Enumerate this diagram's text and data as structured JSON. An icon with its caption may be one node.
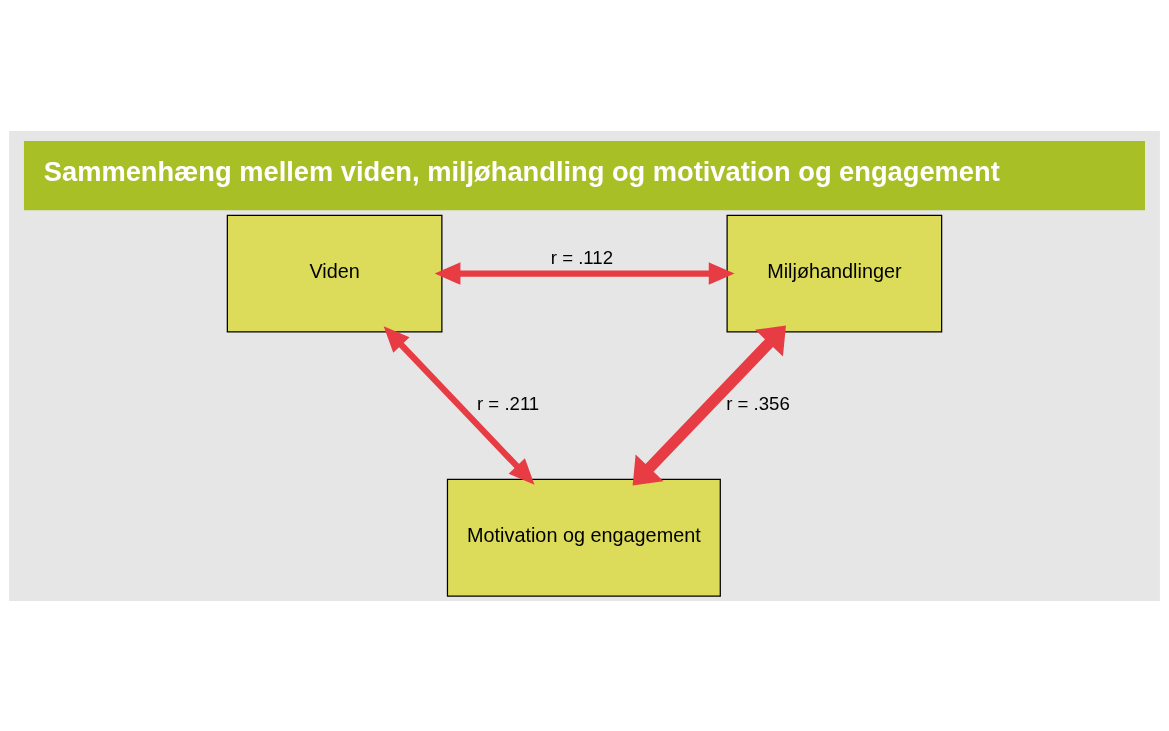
{
  "diagram": {
    "title": "Sammenhæng mellem viden, miljøhandling og motivation og engagement",
    "nodes": [
      {
        "text": [
          "Viden"
        ]
      },
      {
        "text": [
          "Miljøhandlinger"
        ]
      },
      {
        "text": [
          "Motivation og engagement"
        ]
      }
    ],
    "edges": [
      {
        "from": 0,
        "to": 1,
        "arrow": "both",
        "label": "r = .112"
      },
      {
        "from": 0,
        "to": 2,
        "arrow": "both",
        "label": "r = .211"
      },
      {
        "from": 1,
        "to": 2,
        "arrow": "both",
        "label": "r = .356",
        "style": "thick"
      }
    ]
  }
}
